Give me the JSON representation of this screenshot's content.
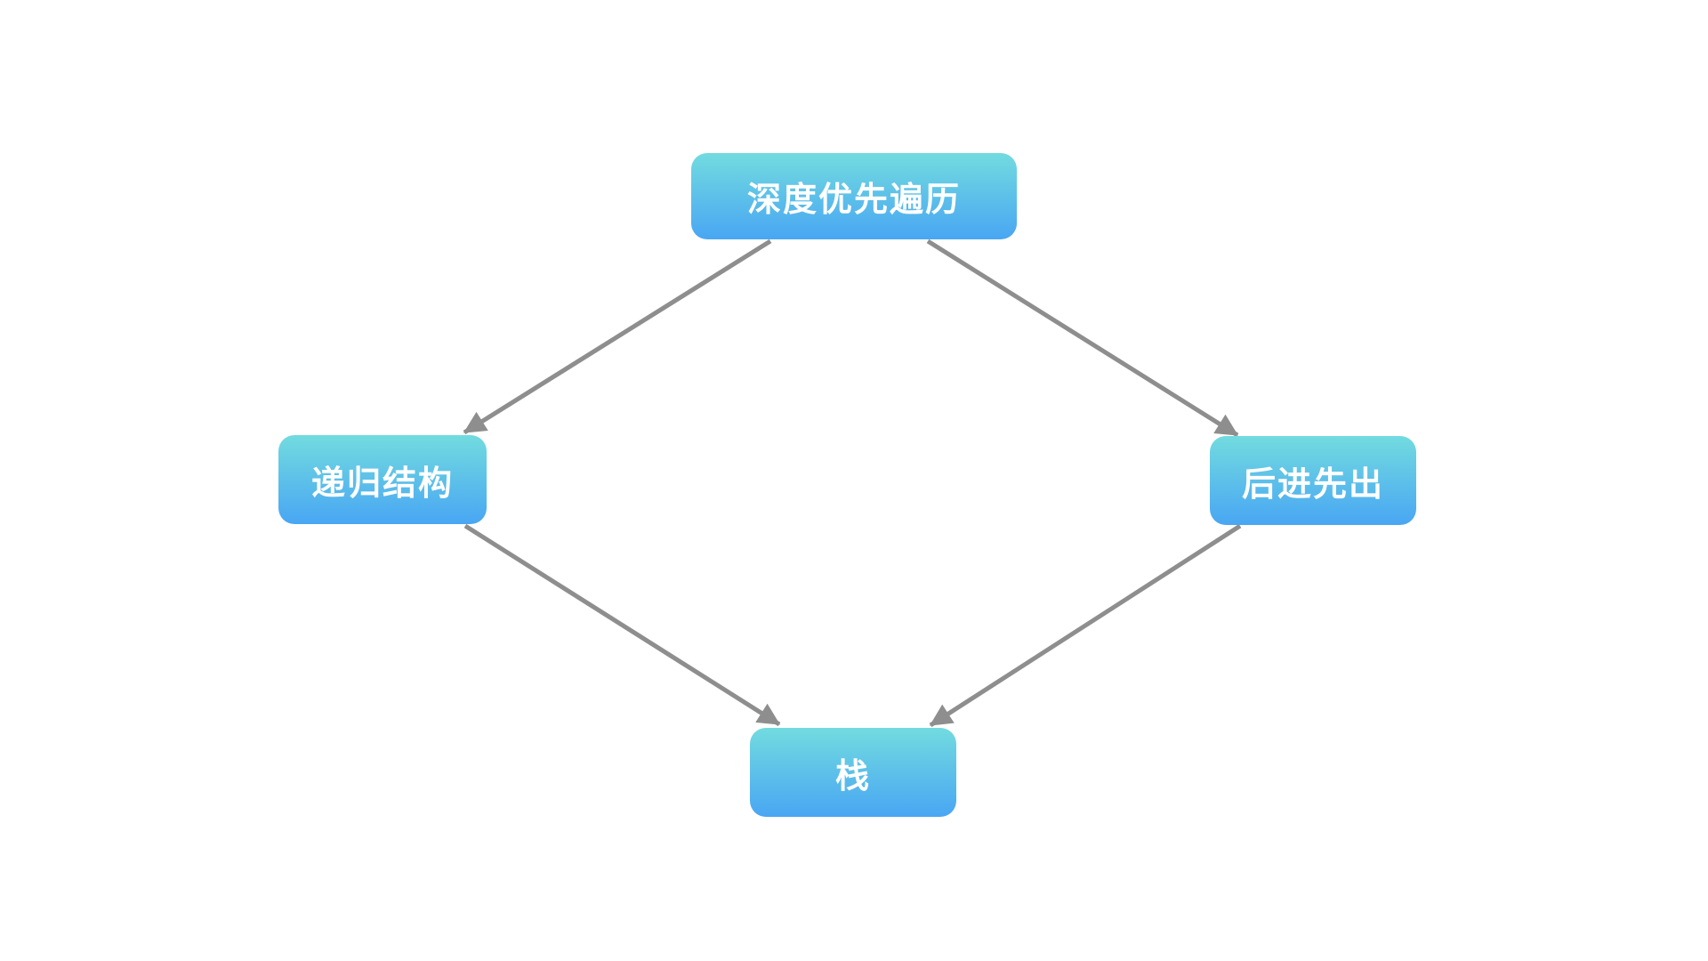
{
  "diagram": {
    "nodes": {
      "root": {
        "label": "深度优先遍历"
      },
      "left": {
        "label": "递归结构"
      },
      "right": {
        "label": "后进先出"
      },
      "bottom": {
        "label": "栈"
      }
    },
    "edges": [
      {
        "from": "root",
        "to": "left"
      },
      {
        "from": "root",
        "to": "right"
      },
      {
        "from": "left",
        "to": "bottom"
      },
      {
        "from": "right",
        "to": "bottom"
      }
    ],
    "colors": {
      "node_gradient_top": "#72dbdf",
      "node_gradient_bottom": "#49a6f3",
      "node_text": "#ffffff",
      "edge": "#8e8e8e",
      "background": "#ffffff"
    }
  }
}
